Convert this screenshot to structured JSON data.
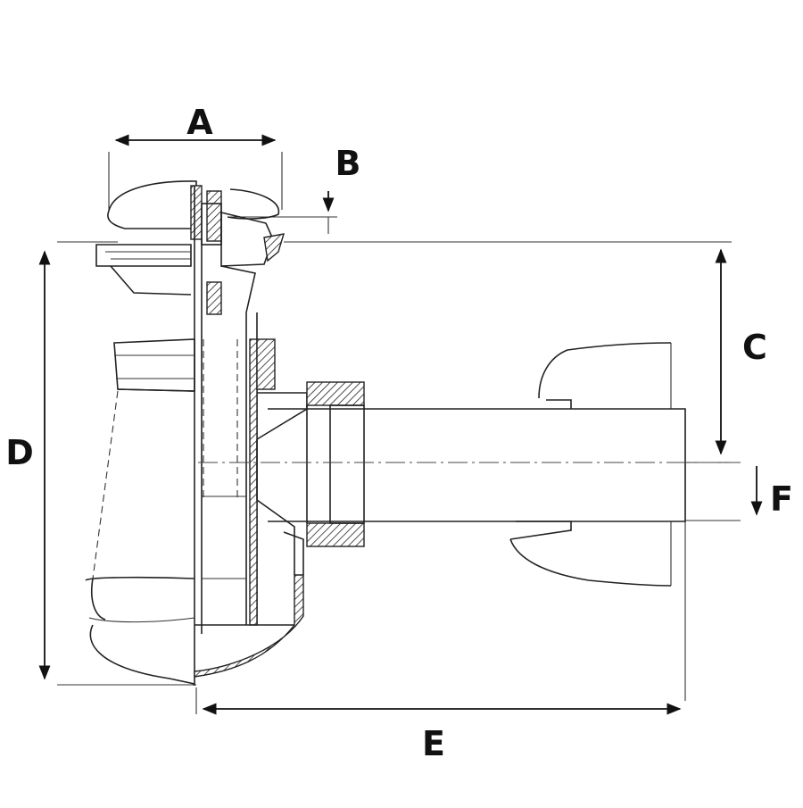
{
  "labels": {
    "a": "A",
    "b": "B",
    "c": "C",
    "d": "D",
    "e": "E",
    "f": "F"
  }
}
